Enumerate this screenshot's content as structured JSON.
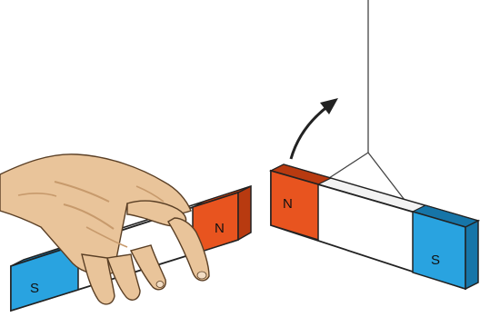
{
  "colors": {
    "north_pole": "#e8541f",
    "north_pole_dark": "#b83a10",
    "south_pole": "#29a3e0",
    "south_pole_dark": "#1675a8",
    "magnet_body": "#ffffff",
    "outline": "#222222",
    "skin": "#e9c49a",
    "skin_shadow": "#c79a6c",
    "thread": "#444444"
  },
  "icons": {
    "rotation_arrow": "curved-arrow-icon",
    "hand": "hand-icon"
  },
  "held_magnet": {
    "left_pole": "S",
    "right_pole": "N"
  },
  "suspended_magnet": {
    "left_pole": "N",
    "right_pole": "S"
  }
}
